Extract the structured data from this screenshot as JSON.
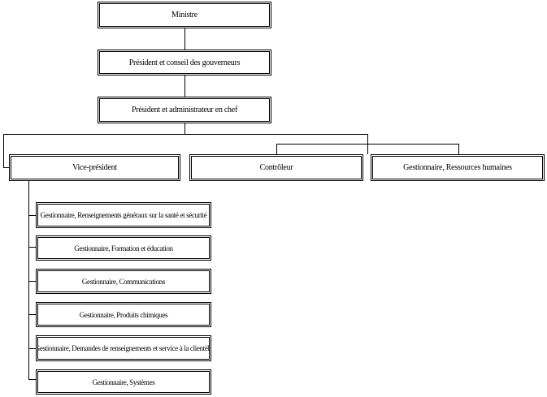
{
  "org_chart": {
    "top": {
      "minister": "Ministre",
      "president_council": "Président et conseil des gouverneurs",
      "president_ceo": "Président et administrateur en chef"
    },
    "second_level": {
      "vice_president": "Vice-président",
      "controller": "Contrôleur",
      "hr_manager": "Gestionnaire, Ressources humaines"
    },
    "vp_reports": [
      "Gestionnaire, Renseignements généraux sur la santé et sécurité",
      "Gestionnaire, Formation et éducation",
      "Gestionnaire, Communications",
      "Gestionnaire, Produits chimiques",
      "Gestionnaire, Demandes de renseignements et service à la clientèle",
      "Gestionnaire, Systèmes"
    ]
  }
}
